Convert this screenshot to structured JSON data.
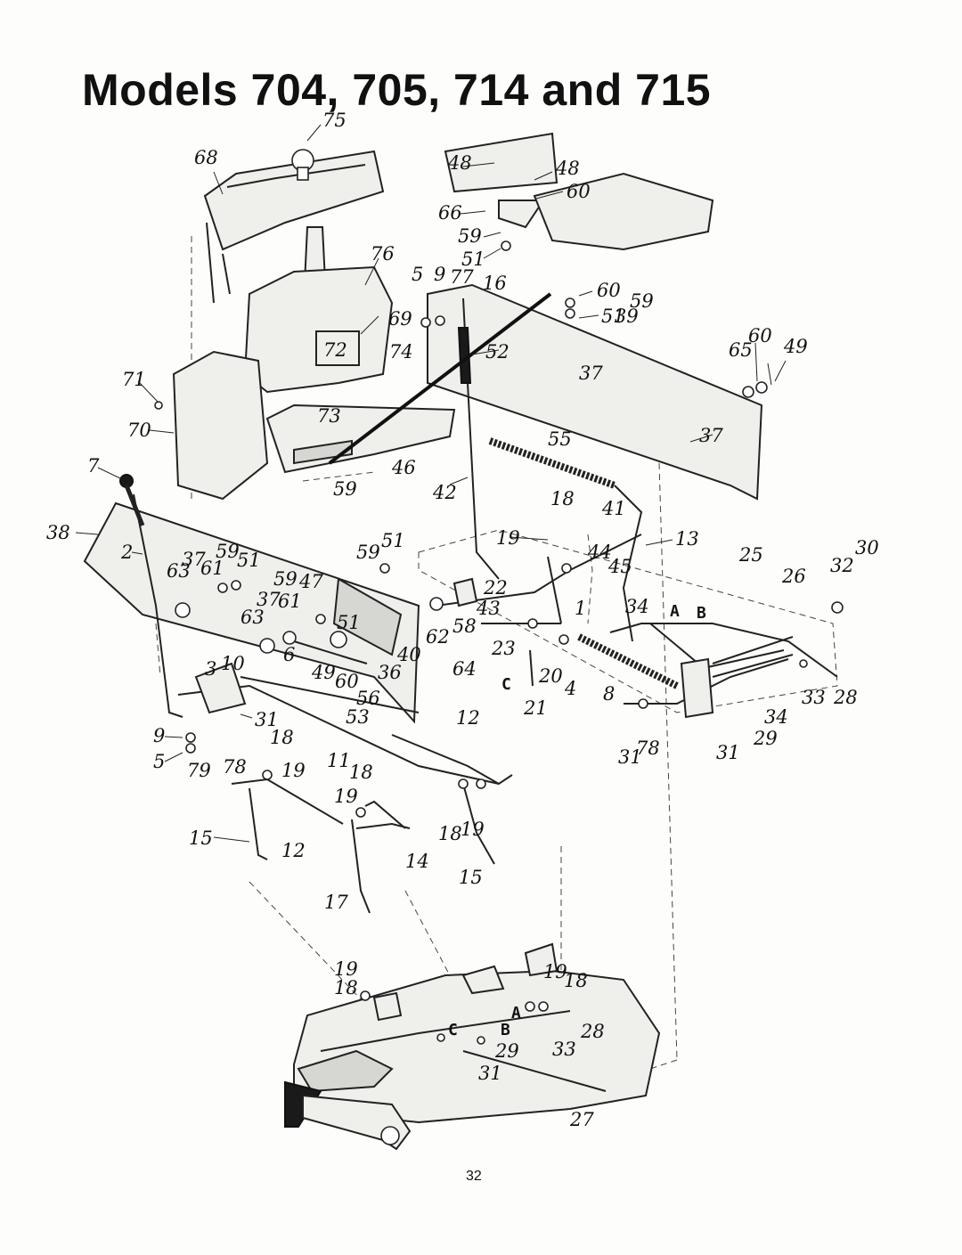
{
  "title": "Models 704, 705, 714 and 715",
  "page_number": "32",
  "callout_labels": [
    "75",
    "68",
    "76",
    "69",
    "72",
    "74",
    "71",
    "70",
    "73",
    "46",
    "59",
    "7",
    "38",
    "2",
    "37",
    "61",
    "59",
    "51",
    "63",
    "59",
    "47",
    "37",
    "61",
    "63",
    "51",
    "10",
    "3",
    "6",
    "49",
    "60",
    "36",
    "40",
    "56",
    "53",
    "9",
    "5",
    "79",
    "78",
    "31",
    "18",
    "11",
    "19",
    "18",
    "19",
    "15",
    "12",
    "17",
    "14",
    "48",
    "48",
    "60",
    "66",
    "59",
    "51",
    "9",
    "77",
    "16",
    "5",
    "60",
    "59",
    "51",
    "39",
    "52",
    "37",
    "37",
    "65",
    "60",
    "49",
    "55",
    "42",
    "18",
    "41",
    "19",
    "13",
    "59",
    "51",
    "44",
    "45",
    "22",
    "43",
    "62",
    "58",
    "1",
    "34",
    "23",
    "64",
    "20",
    "4",
    "21",
    "8",
    "12",
    "31",
    "78",
    "18",
    "19",
    "15",
    "25",
    "26",
    "32",
    "30",
    "33",
    "28",
    "34",
    "29",
    "31",
    "19",
    "18",
    "19",
    "18",
    "28",
    "33",
    "29",
    "31",
    "27"
  ],
  "letter_labels": [
    "A",
    "B",
    "C",
    "A",
    "B",
    "C"
  ]
}
